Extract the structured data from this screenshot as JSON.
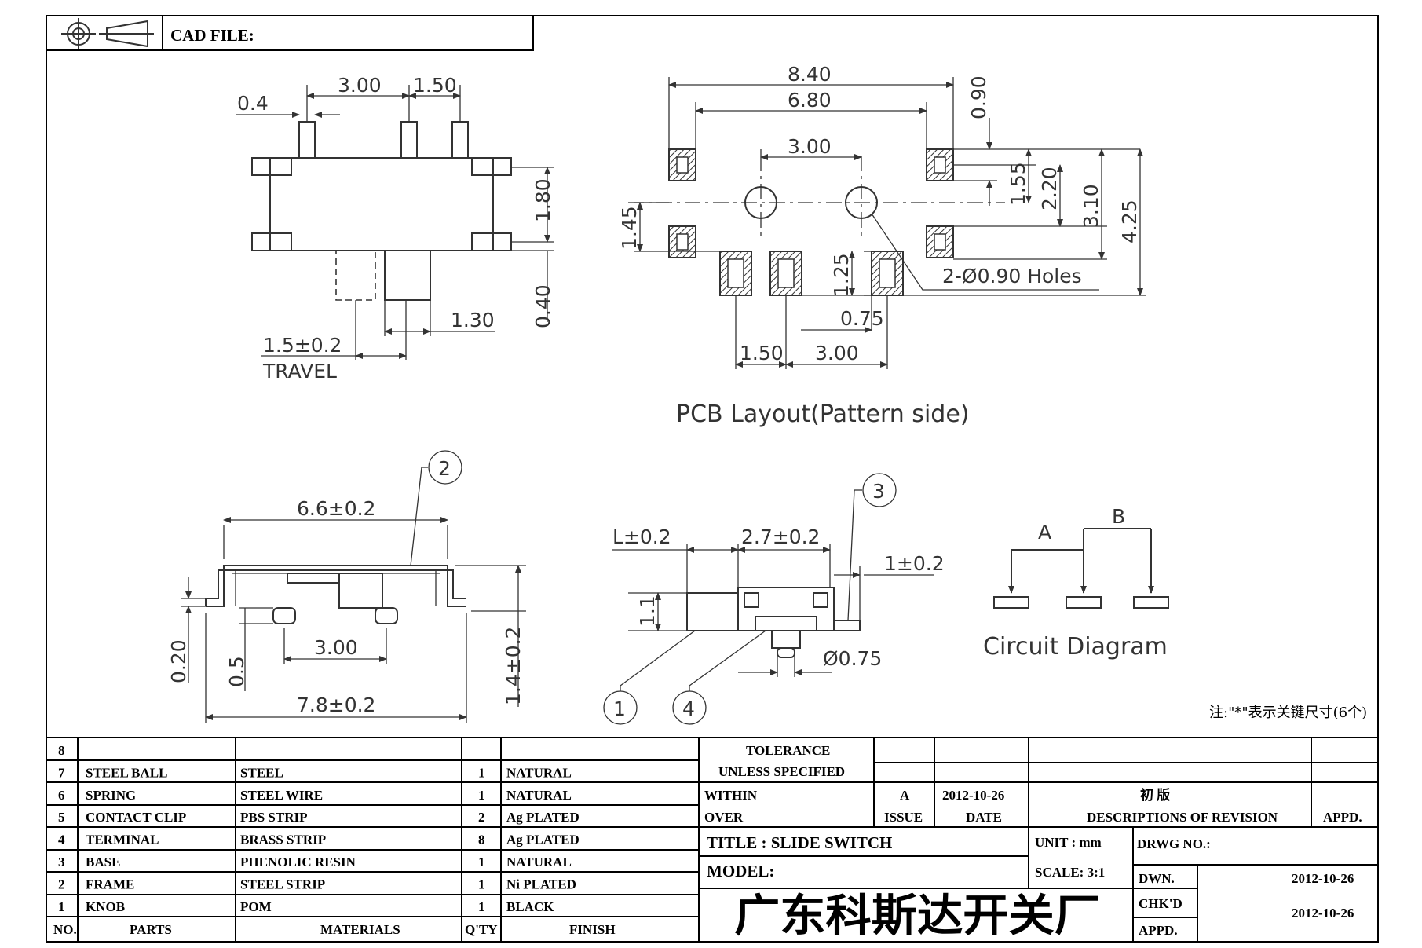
{
  "header": {
    "cad_file_label": "CAD FILE:"
  },
  "top_view": {
    "dims": {
      "pin_w": "0.4",
      "pitch1": "3.00",
      "pitch2": "1.50",
      "h": "1.80",
      "knob_h": "0.40",
      "knob_w": "1.30",
      "travel": "1.5±0.2",
      "travel_label": "TRAVEL"
    }
  },
  "pcb_layout": {
    "title": "PCB Layout(Pattern side)",
    "dims": {
      "w_outer": "8.40",
      "w_inner": "6.80",
      "hole_pitch": "3.00",
      "pad_h": "0.90",
      "d155": "1.55",
      "d220": "2.20",
      "d310": "3.10",
      "d425": "4.25",
      "d145": "1.45",
      "d125": "1.25",
      "d075": "0.75",
      "d150": "1.50",
      "d300": "3.00"
    },
    "holes_label": "2-Ø0.90 Holes"
  },
  "front_view": {
    "callout": "2",
    "dims": {
      "w_top": "6.6±0.2",
      "w_bottom": "7.8±0.2",
      "h": "1.4±0.2",
      "d020": "0.20",
      "d05": "0.5",
      "pitch": "3.00"
    }
  },
  "side_view": {
    "callouts": [
      "1",
      "3",
      "4"
    ],
    "dims": {
      "l": "L±0.2",
      "w": "2.7±0.2",
      "t": "1±0.2",
      "h": "1.1",
      "dia": "Ø0.75"
    }
  },
  "circuit": {
    "label_a": "A",
    "label_b": "B",
    "caption": "Circuit Diagram"
  },
  "note": "注:\"*\"表示关键尺寸(6个)",
  "parts_table": {
    "headers": [
      "NO.",
      "PARTS",
      "MATERIALS",
      "Q'TY",
      "FINISH"
    ],
    "rows": [
      [
        "8",
        "",
        "",
        "",
        ""
      ],
      [
        "7",
        "STEEL BALL",
        "STEEL",
        "1",
        "NATURAL"
      ],
      [
        "6",
        "SPRING",
        "STEEL WIRE",
        "1",
        "NATURAL"
      ],
      [
        "5",
        "CONTACT CLIP",
        "PBS STRIP",
        "2",
        "Ag PLATED"
      ],
      [
        "4",
        "TERMINAL",
        "BRASS STRIP",
        "8",
        "Ag PLATED"
      ],
      [
        "3",
        "BASE",
        "PHENOLIC RESIN",
        "1",
        "NATURAL"
      ],
      [
        "2",
        "FRAME",
        "STEEL STRIP",
        "1",
        "Ni PLATED"
      ],
      [
        "1",
        "KNOB",
        "POM",
        "1",
        "BLACK"
      ]
    ]
  },
  "title_block": {
    "tolerance": "TOLERANCE",
    "unless": "UNLESS  SPECIFIED",
    "within": "WITHIN",
    "over": "OVER",
    "issue_val": "A",
    "date_val": "2012-10-26",
    "rev_desc": "初  版",
    "issue_hdr": "ISSUE",
    "date_hdr": "DATE",
    "desc_hdr": "DESCRIPTIONS OF REVISION",
    "appd_hdr": "APPD.",
    "title": "TITLE : SLIDE SWITCH",
    "unit": "UNIT :  mm",
    "drwg_no": "DRWG NO.:",
    "model": "MODEL:",
    "scale": "SCALE:  3:1",
    "dwn": "DWN.",
    "dwn_date": "2012-10-26",
    "chkd": "CHK'D",
    "chkd_date": "2012-10-26",
    "appd": "APPD.",
    "company": "广东科斯达开关厂"
  }
}
